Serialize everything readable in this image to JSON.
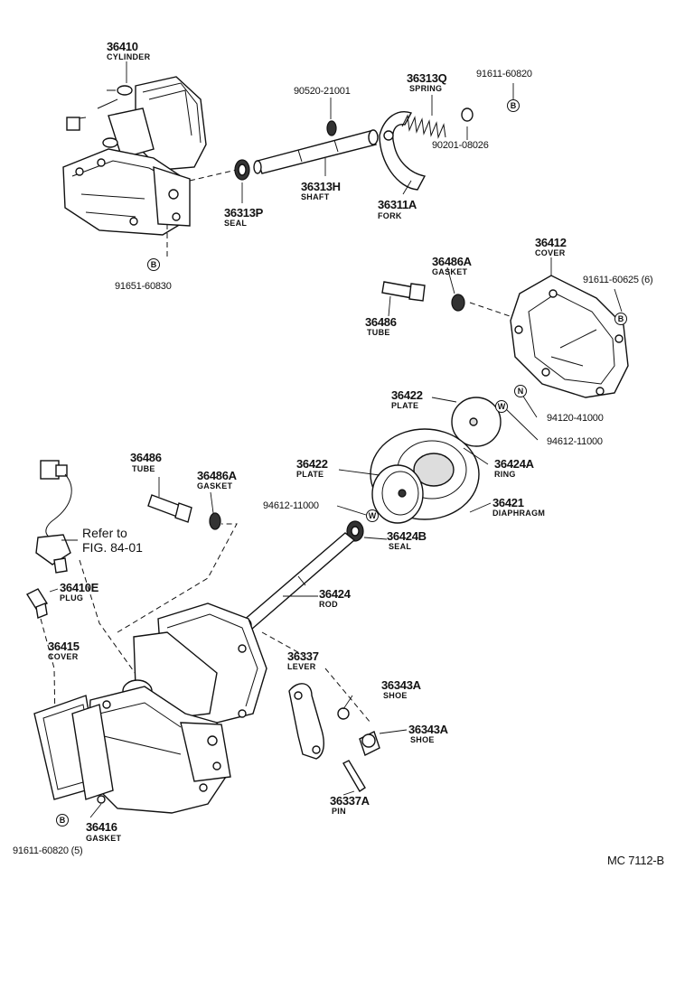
{
  "diagram_code": "MC 7112-B",
  "refer_note": {
    "line1": "Refer to",
    "line2": "FIG. 84-01"
  },
  "symbols": {
    "b": "B",
    "w": "W",
    "n": "N"
  },
  "parts": {
    "p36410": {
      "num": "36410",
      "name": "CYLINDER"
    },
    "p90520": {
      "num": "90520-21001"
    },
    "p36313q": {
      "num": "36313Q",
      "name": "SPRING"
    },
    "p91611_top": {
      "num": "91611-60820"
    },
    "p90201": {
      "num": "90201-08026"
    },
    "p36313h": {
      "num": "36313H",
      "name": "SHAFT"
    },
    "p36313p": {
      "num": "36313P",
      "name": "SEAL"
    },
    "p36311a": {
      "num": "36311A",
      "name": "FORK"
    },
    "p91651": {
      "num": "91651-60830"
    },
    "p36412": {
      "num": "36412",
      "name": "COVER"
    },
    "p36486a_top": {
      "num": "36486A",
      "name": "GASKET"
    },
    "p91611_6": {
      "num": "91611-60625 (6)"
    },
    "p36486_top": {
      "num": "36486",
      "name": "TUBE"
    },
    "p36422_top": {
      "num": "36422",
      "name": "PLATE"
    },
    "p94120": {
      "num": "94120-41000"
    },
    "p94612_r": {
      "num": "94612-11000"
    },
    "p36424a": {
      "num": "36424A",
      "name": "RING"
    },
    "p36486_low": {
      "num": "36486",
      "name": "TUBE"
    },
    "p36486a_low": {
      "num": "36486A",
      "name": "GASKET"
    },
    "p36422_low": {
      "num": "36422",
      "name": "PLATE"
    },
    "p94612_l": {
      "num": "94612-11000"
    },
    "p36421": {
      "num": "36421",
      "name": "DIAPHRAGM"
    },
    "p36424b": {
      "num": "36424B",
      "name": "SEAL"
    },
    "p36410e": {
      "num": "36410E",
      "name": "PLUG"
    },
    "p36424": {
      "num": "36424",
      "name": "ROD"
    },
    "p36415": {
      "num": "36415",
      "name": "COVER"
    },
    "p36337": {
      "num": "36337",
      "name": "LEVER"
    },
    "p36343a_1": {
      "num": "36343A",
      "name": "SHOE"
    },
    "p36343a_2": {
      "num": "36343A",
      "name": "SHOE"
    },
    "p36337a": {
      "num": "36337A",
      "name": "PIN"
    },
    "p36416": {
      "num": "36416",
      "name": "GASKET"
    },
    "p91611_5": {
      "num": "91611-60820 (5)"
    }
  }
}
